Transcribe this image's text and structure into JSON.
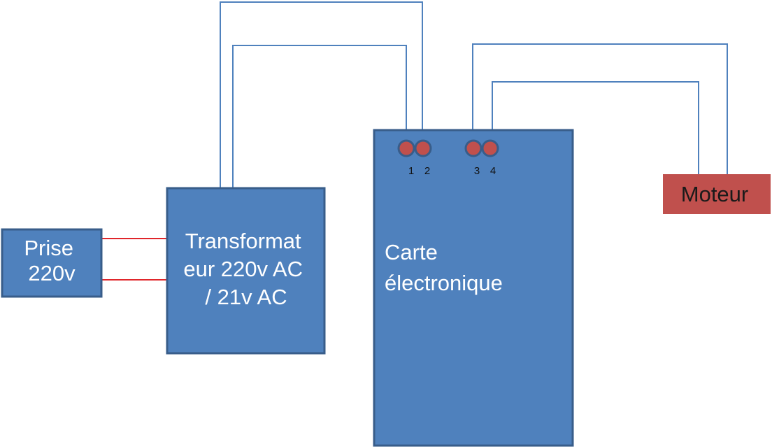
{
  "colors": {
    "box_fill": "#4f81bd",
    "box_stroke": "#385d8a",
    "motor_fill": "#c0504d",
    "pin_fill": "#c0504d",
    "blue_wire": "#4f81bd",
    "red_wire": "#e0262b"
  },
  "prise": {
    "line1": "Prise",
    "line2": "220v"
  },
  "transformer": {
    "line1": "Transformat",
    "line2": "eur 220v AC",
    "line3": "/ 21v AC"
  },
  "card": {
    "line1": "Carte",
    "line2": "électronique"
  },
  "pins": [
    {
      "label": "1"
    },
    {
      "label": "2"
    },
    {
      "label": "3"
    },
    {
      "label": "4"
    }
  ],
  "motor": {
    "label": "Moteur"
  }
}
